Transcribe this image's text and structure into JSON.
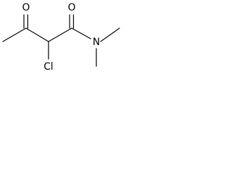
{
  "molecule": {
    "atoms": {
      "ketone_oxygen": "O",
      "amide_oxygen": "O",
      "chlorine": "Cl",
      "nitrogen": "N"
    }
  }
}
